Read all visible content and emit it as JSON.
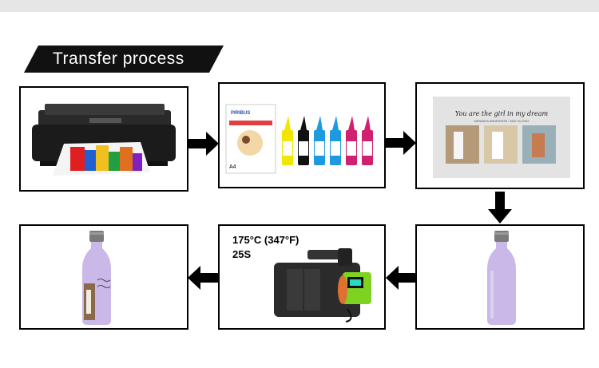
{
  "title": "Transfer process",
  "paper_pack": {
    "brand": "PIRIBUS",
    "size": "A4"
  },
  "template": {
    "headline": "You are the girl in my dream",
    "subline": "MIRANDA ANDERSON / MAY 20,2022"
  },
  "mug_press": {
    "temperature": "175°C (347°F)",
    "time": "25S"
  },
  "colors": {
    "banner": "#111111",
    "bottle": "#c9b8e8",
    "press_accent": "#7ed321",
    "ink": [
      "#f2e600",
      "#111111",
      "#1e9be0",
      "#1e9be0",
      "#d0206f",
      "#d0206f"
    ]
  }
}
